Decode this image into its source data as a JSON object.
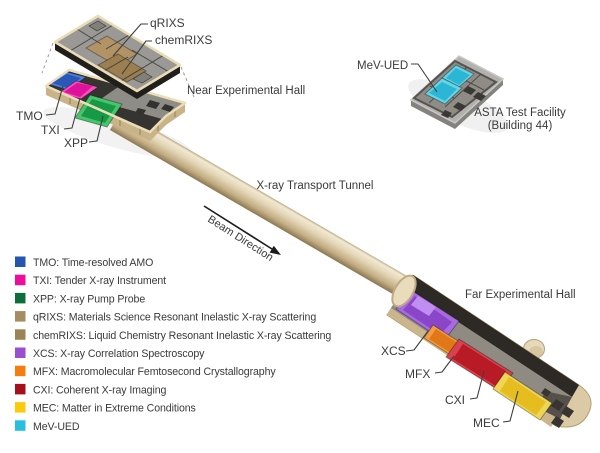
{
  "labels": {
    "qrixs": "qRIXS",
    "chemrixs": "chemRIXS",
    "near_hall": "Near Experimental Hall",
    "tmo": "TMO",
    "txi": "TXI",
    "xpp": "XPP",
    "mev_ued": "MeV-UED",
    "asta_line1": "ASTA Test Facility",
    "asta_line2": "(Building 44)",
    "tunnel": "X-ray Transport Tunnel",
    "beam_direction": "Beam Direction",
    "far_hall": "Far Experimental Hall",
    "xcs": "XCS",
    "mfx": "MFX",
    "cxi": "CXI",
    "mec": "MEC"
  },
  "colors": {
    "tmo": "#2a58b8",
    "txi": "#e0119b",
    "xpp": "#179a46",
    "qrixs": "#b29366",
    "chemrixs": "#9c7f50",
    "xcs": "#8a46c8",
    "mfx": "#e07818",
    "cxi": "#b81a26",
    "mec": "#e5bd1e",
    "mev_ued": "#2cb6d6"
  },
  "legend": {
    "items": [
      {
        "id": "TMO",
        "label": "TMO: Time-resolved AMO",
        "color": "#2456b0"
      },
      {
        "id": "TXI",
        "label": "TXI: Tender X-ray Instrument",
        "color": "#ee0d9b"
      },
      {
        "id": "XPP",
        "label": "XPP: X-ray Pump Probe",
        "color": "#0d6e3c"
      },
      {
        "id": "qRIXS",
        "label": "qRIXS: Materials Science Resonant Inelastic X-ray Scattering",
        "color": "#a68c60"
      },
      {
        "id": "chemRIXS",
        "label": "chemRIXS: Liquid Chemistry Resonant Inelastic X-ray Scattering",
        "color": "#9c8355"
      },
      {
        "id": "XCS",
        "label": "XCS: X-ray Correlation Spectroscopy",
        "color": "#9a4fd1"
      },
      {
        "id": "MFX",
        "label": "MFX: Macromolecular Femtosecond Crystallography",
        "color": "#f57d0e"
      },
      {
        "id": "CXI",
        "label": "CXI: Coherent X-ray Imaging",
        "color": "#a6101c"
      },
      {
        "id": "MEC",
        "label": "MEC: Matter in Extreme Conditions",
        "color": "#fcca0a"
      },
      {
        "id": "MeV-UED",
        "label": "MeV-UED",
        "color": "#27bfdf"
      }
    ]
  }
}
